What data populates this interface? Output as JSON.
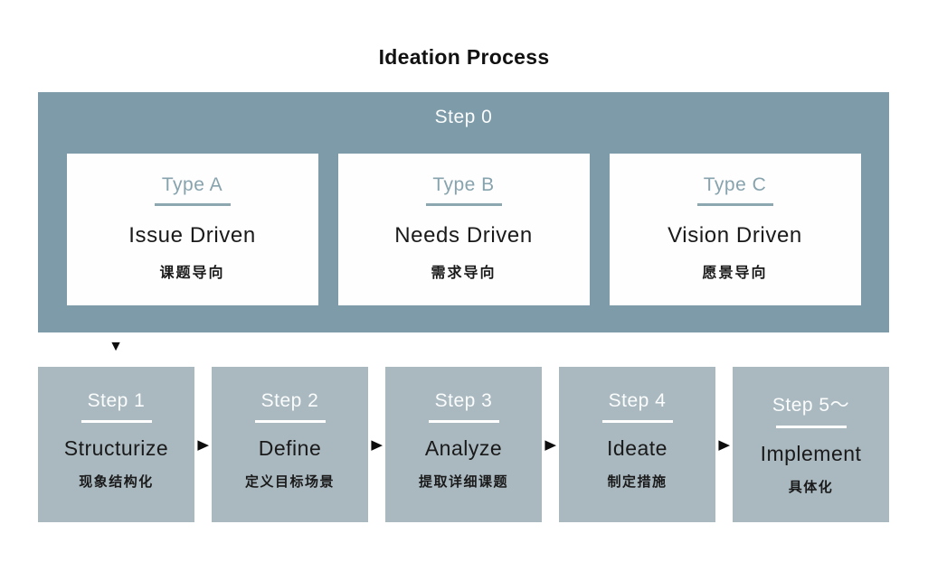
{
  "title": "Ideation Process",
  "colors": {
    "step0_bg": "#7e9ba9",
    "step_bg": "#aab9c0",
    "type_accent": "#87a3ae",
    "text_dark": "#1a1a1a",
    "text_light": "#fbfcfc"
  },
  "icons": {
    "down_arrow": "▼",
    "right_arrow": "▶"
  },
  "step0": {
    "label": "Step 0",
    "types": [
      {
        "label": "Type A",
        "title": "Issue Driven",
        "subtitle": "课题导向"
      },
      {
        "label": "Type B",
        "title": "Needs Driven",
        "subtitle": "需求导向"
      },
      {
        "label": "Type C",
        "title": "Vision Driven",
        "subtitle": "愿景导向"
      }
    ]
  },
  "steps": [
    {
      "label": "Step 1",
      "title": "Structurize",
      "subtitle": "现象结构化"
    },
    {
      "label": "Step 2",
      "title": "Define",
      "subtitle": "定义目标场景"
    },
    {
      "label": "Step 3",
      "title": "Analyze",
      "subtitle": "提取详细课题"
    },
    {
      "label": "Step 4",
      "title": "Ideate",
      "subtitle": "制定措施"
    },
    {
      "label": "Step 5～",
      "title": "Implement",
      "subtitle": "具体化"
    }
  ]
}
